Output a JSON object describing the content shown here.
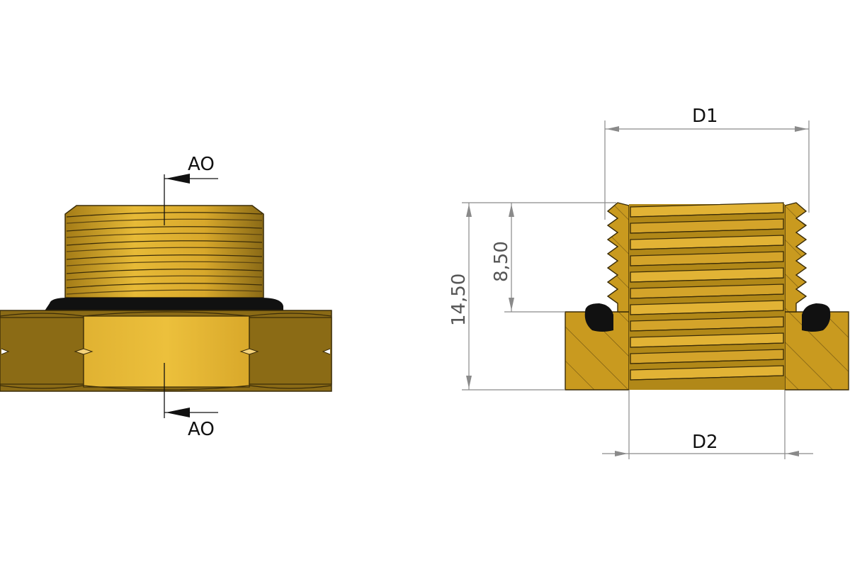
{
  "colors": {
    "brass_light": "#e7ba37",
    "brass_mid": "#c99a1f",
    "brass_dark": "#8a6a16",
    "brass_shadow": "#5a4410",
    "oring": "#111111",
    "dimension_line": "#8a8a8a"
  },
  "section_marker": {
    "top_label": "AO",
    "bottom_label": "AO"
  },
  "dimensions": {
    "overall_height": "14,50",
    "thread_height": "8,50",
    "outer_diameter": "D1",
    "inner_diameter": "D2"
  }
}
